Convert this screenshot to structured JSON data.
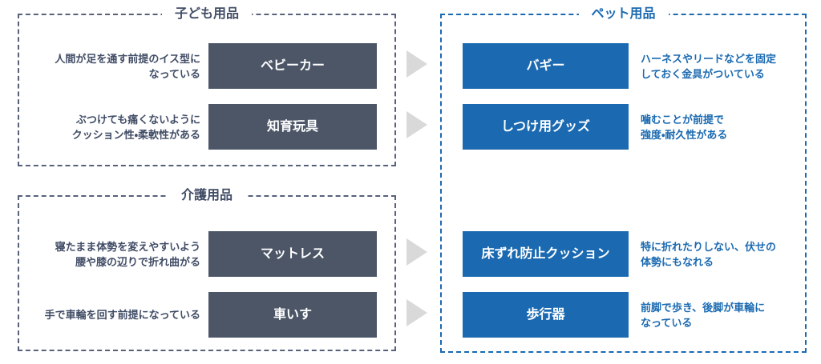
{
  "colors": {
    "dark_slate": "#4c5667",
    "blue": "#1b6ab1",
    "arrow_gray": "#d9d9d9",
    "background": "#ffffff"
  },
  "groups": {
    "kids": {
      "title": "子ども用品",
      "rows": [
        {
          "desc": "人間が足を通す前提のイス型に\nなっている",
          "label": "ベビーカー"
        },
        {
          "desc": "ぶつけても痛くないように\nクッション性・柔軟性がある",
          "label": "知育玩具"
        }
      ]
    },
    "care": {
      "title": "介護用品",
      "rows": [
        {
          "desc": "寝たまま体勢を変えやすいよう\n腰や膝の辺りで折れ曲がる",
          "label": "マットレス"
        },
        {
          "desc": "手で車輪を回す前提になっている",
          "label": "車いす"
        }
      ]
    },
    "pets": {
      "title": "ペット用品",
      "rows": [
        {
          "label": "バギー",
          "desc": "ハーネスやリードなどを固定\nしておく金具がついている"
        },
        {
          "label": "しつけ用グッズ",
          "desc": "噛むことが前提で\n強度・耐久性がある"
        },
        {
          "label": "床ずれ防止クッション",
          "desc": "特に折れたりしない、伏せの\n体勢にもなれる"
        },
        {
          "label": "歩行器",
          "desc": "前脚で歩き、後脚が車輪に\nなっている"
        }
      ]
    }
  }
}
